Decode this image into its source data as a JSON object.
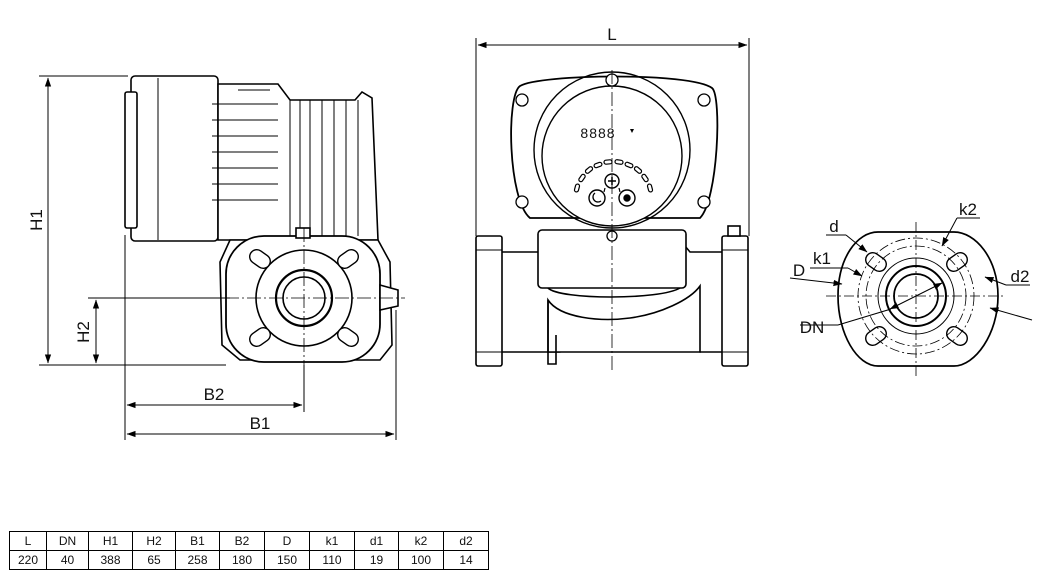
{
  "labels": {
    "L": "L",
    "H1": "H1",
    "H2": "H2",
    "B1": "B1",
    "B2": "B2",
    "D": "D",
    "DN": "DN",
    "k1": "k1",
    "k2": "k2",
    "d": "d",
    "d2": "d2"
  },
  "display": {
    "digits": "8888"
  },
  "table": {
    "headers": [
      "L",
      "DN",
      "H1",
      "H2",
      "B1",
      "B2",
      "D",
      "k1",
      "d1",
      "k2",
      "d2"
    ],
    "values": [
      "220",
      "40",
      "388",
      "65",
      "258",
      "180",
      "150",
      "110",
      "19",
      "100",
      "14"
    ]
  }
}
